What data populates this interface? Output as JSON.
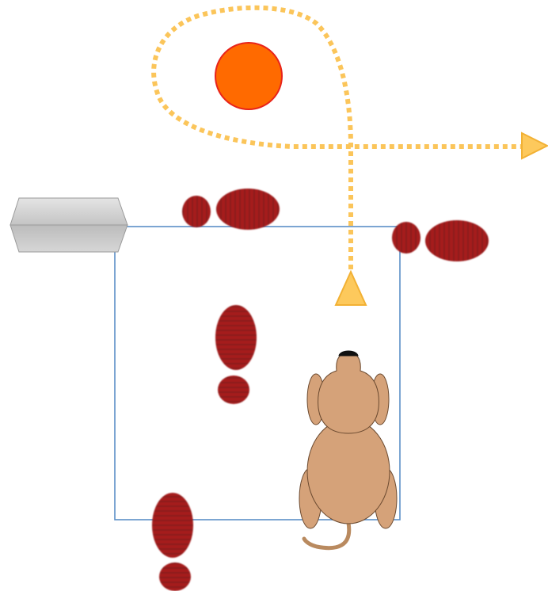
{
  "colors": {
    "background": "#ffffff",
    "room_outline": "#5b8fc7",
    "path": "#fbc55a",
    "arrowhead_fill": "#fdc95c",
    "arrowhead_stroke": "#f2b134",
    "sun_fill": "#ff6a00",
    "sun_stroke": "#e8231a",
    "footprint": "#a51f1f",
    "footprint_stripe": "#7a1414",
    "dog_body": "#d5a279",
    "dog_outline": "#6b4a30",
    "dog_nose": "#111111",
    "box_light": "#dedede",
    "box_dark": "#b5b5b5",
    "box_stroke": "#9a9a9a"
  },
  "elements": {
    "room": "room-outline",
    "path": "dotted-path",
    "sun": "sun-circle",
    "dog": "dog-top-view",
    "box": "gray-box",
    "footprints": [
      "footprint-top",
      "footprint-right",
      "footprint-middle",
      "footprint-bottom"
    ]
  }
}
